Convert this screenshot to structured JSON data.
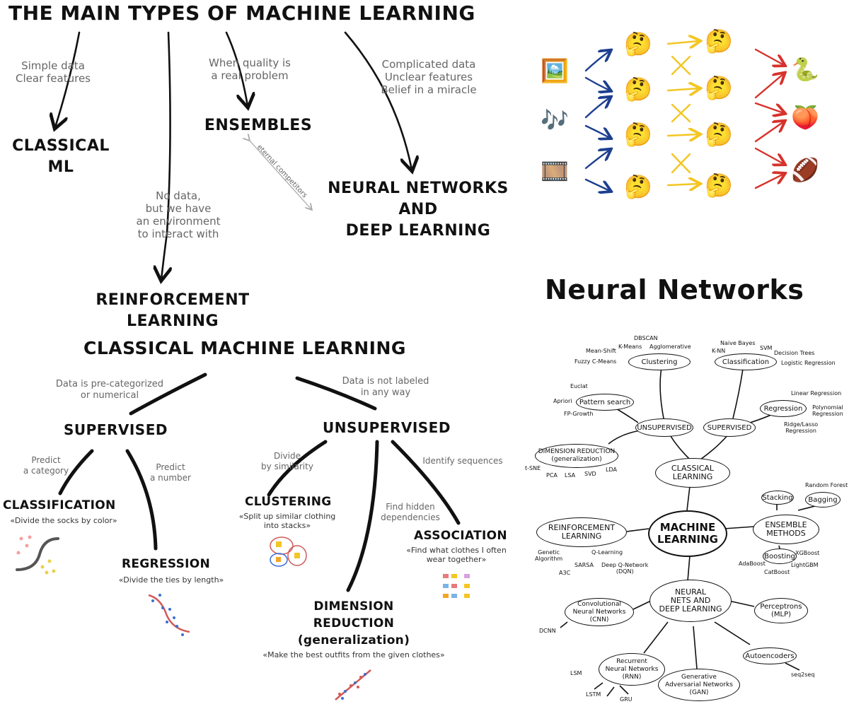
{
  "left_diagram": {
    "title": "THE MAIN TYPES OF MACHINE LEARNING",
    "notes": {
      "simple": "Simple data\nClear features",
      "quality": "When quality is\na real problem",
      "complicated": "Complicated data\nUnclear features\nBelief in a miracle",
      "no_data": "No data,\nbut we have\nan environment\nto interact with",
      "eternal": "eternal competitors"
    },
    "nodes": {
      "classical_ml": "CLASSICAL\nML",
      "ensembles": "ENSEMBLES",
      "neural": "NEURAL NETWORKS\nAND\nDEEP LEARNING",
      "reinforcement": "REINFORCEMENT\nLEARNING"
    }
  },
  "classical_diagram": {
    "title": "CLASSICAL MACHINE LEARNING",
    "notes": {
      "precategorized": "Data is pre-categorized\nor numerical",
      "not_labeled": "Data is not labeled\nin any way",
      "predict_category": "Predict\na category",
      "predict_number": "Predict\na number",
      "divide_similarity": "Divide\nby similarity",
      "identify_sequences": "Identify sequences",
      "find_hidden": "Find hidden\ndependencies"
    },
    "nodes": {
      "supervised": "SUPERVISED",
      "unsupervised": "UNSUPERVISED",
      "classification": "CLASSIFICATION",
      "regression": "REGRESSION",
      "clustering": "CLUSTERING",
      "association": "ASSOCIATION",
      "dimension": "DIMENSION\nREDUCTION\n(generalization)"
    },
    "quotes": {
      "classification": "«Divide the socks by color»",
      "regression": "«Divide the ties by length»",
      "clustering": "«Split up similar clothing\ninto stacks»",
      "association": "«Find what clothes I often\nwear together»",
      "dimension": "«Make the best outfits from the given clothes»"
    }
  },
  "neural_networks": {
    "title": "Neural Networks",
    "inputs": [
      "🖼️",
      "🎶",
      "🎞️"
    ],
    "hidden_emoji": "🤔",
    "outputs": [
      "🐍",
      "🍑",
      "🏈"
    ]
  },
  "mindmap": {
    "center": "MACHINE\nLEARNING",
    "classical": "CLASSICAL\nLEARNING",
    "unsupervised": "UNSUPERVISED",
    "supervised": "SUPERVISED",
    "clustering": "Clustering",
    "classification": "Classification",
    "pattern_search": "Pattern search",
    "regression": "Regression",
    "dimension_reduction": "DIMENSION REDUCTION\n(generalization)",
    "reinforcement": "REINFORCEMENT\nLEARNING",
    "ensemble": "ENSEMBLE\nMETHODS",
    "stacking": "Stacking",
    "bagging": "Bagging",
    "boosting": "Boosting",
    "neural": "NEURAL\nNETS AND\nDEEP LEARNING",
    "cnn": "Convolutional\nNeural Networks\n(CNN)",
    "perceptrons": "Perceptrons\n(MLP)",
    "rnn": "Recurrent\nNeural Networks\n(RNN)",
    "gan": "Generative\nAdversarial Networks\n(GAN)",
    "autoencoders": "Autoencoders",
    "leaves": {
      "dbscan": "DBSCAN",
      "kmeans": "K-Means",
      "agglomerative": "Agglomerative",
      "meanshift": "Mean-Shift",
      "fuzzy": "Fuzzy C-Means",
      "naive_bayes": "Naive Bayes",
      "knn": "K-NN",
      "svm": "SVM",
      "decision_trees": "Decision Trees",
      "logistic": "Logistic Regression",
      "eclat": "Euclat",
      "apriori": "Apriori",
      "fpgrowth": "FP-Growth",
      "linear": "Linear Regression",
      "polynomial": "Polynomial\nRegression",
      "ridge": "Ridge/Lasso\nRegression",
      "tsne": "t-SNE",
      "pca": "PCA",
      "lsa": "LSA",
      "svd": "SVD",
      "lda": "LDA",
      "random_forest": "Random Forest",
      "genetic": "Genetic\nAlgorithm",
      "qlearning": "Q-Learning",
      "sarsa": "SARSA",
      "a3c": "A3C",
      "dqn": "Deep Q-Network\n(DQN)",
      "xgboost": "XGBoost",
      "adaboost": "AdaBoost",
      "lightgbm": "LightGBM",
      "catboost": "CatBoost",
      "dcnn": "DCNN",
      "lsm": "LSM",
      "lstm": "LSTM",
      "gru": "GRU",
      "seq2seq": "seq2seq"
    }
  }
}
